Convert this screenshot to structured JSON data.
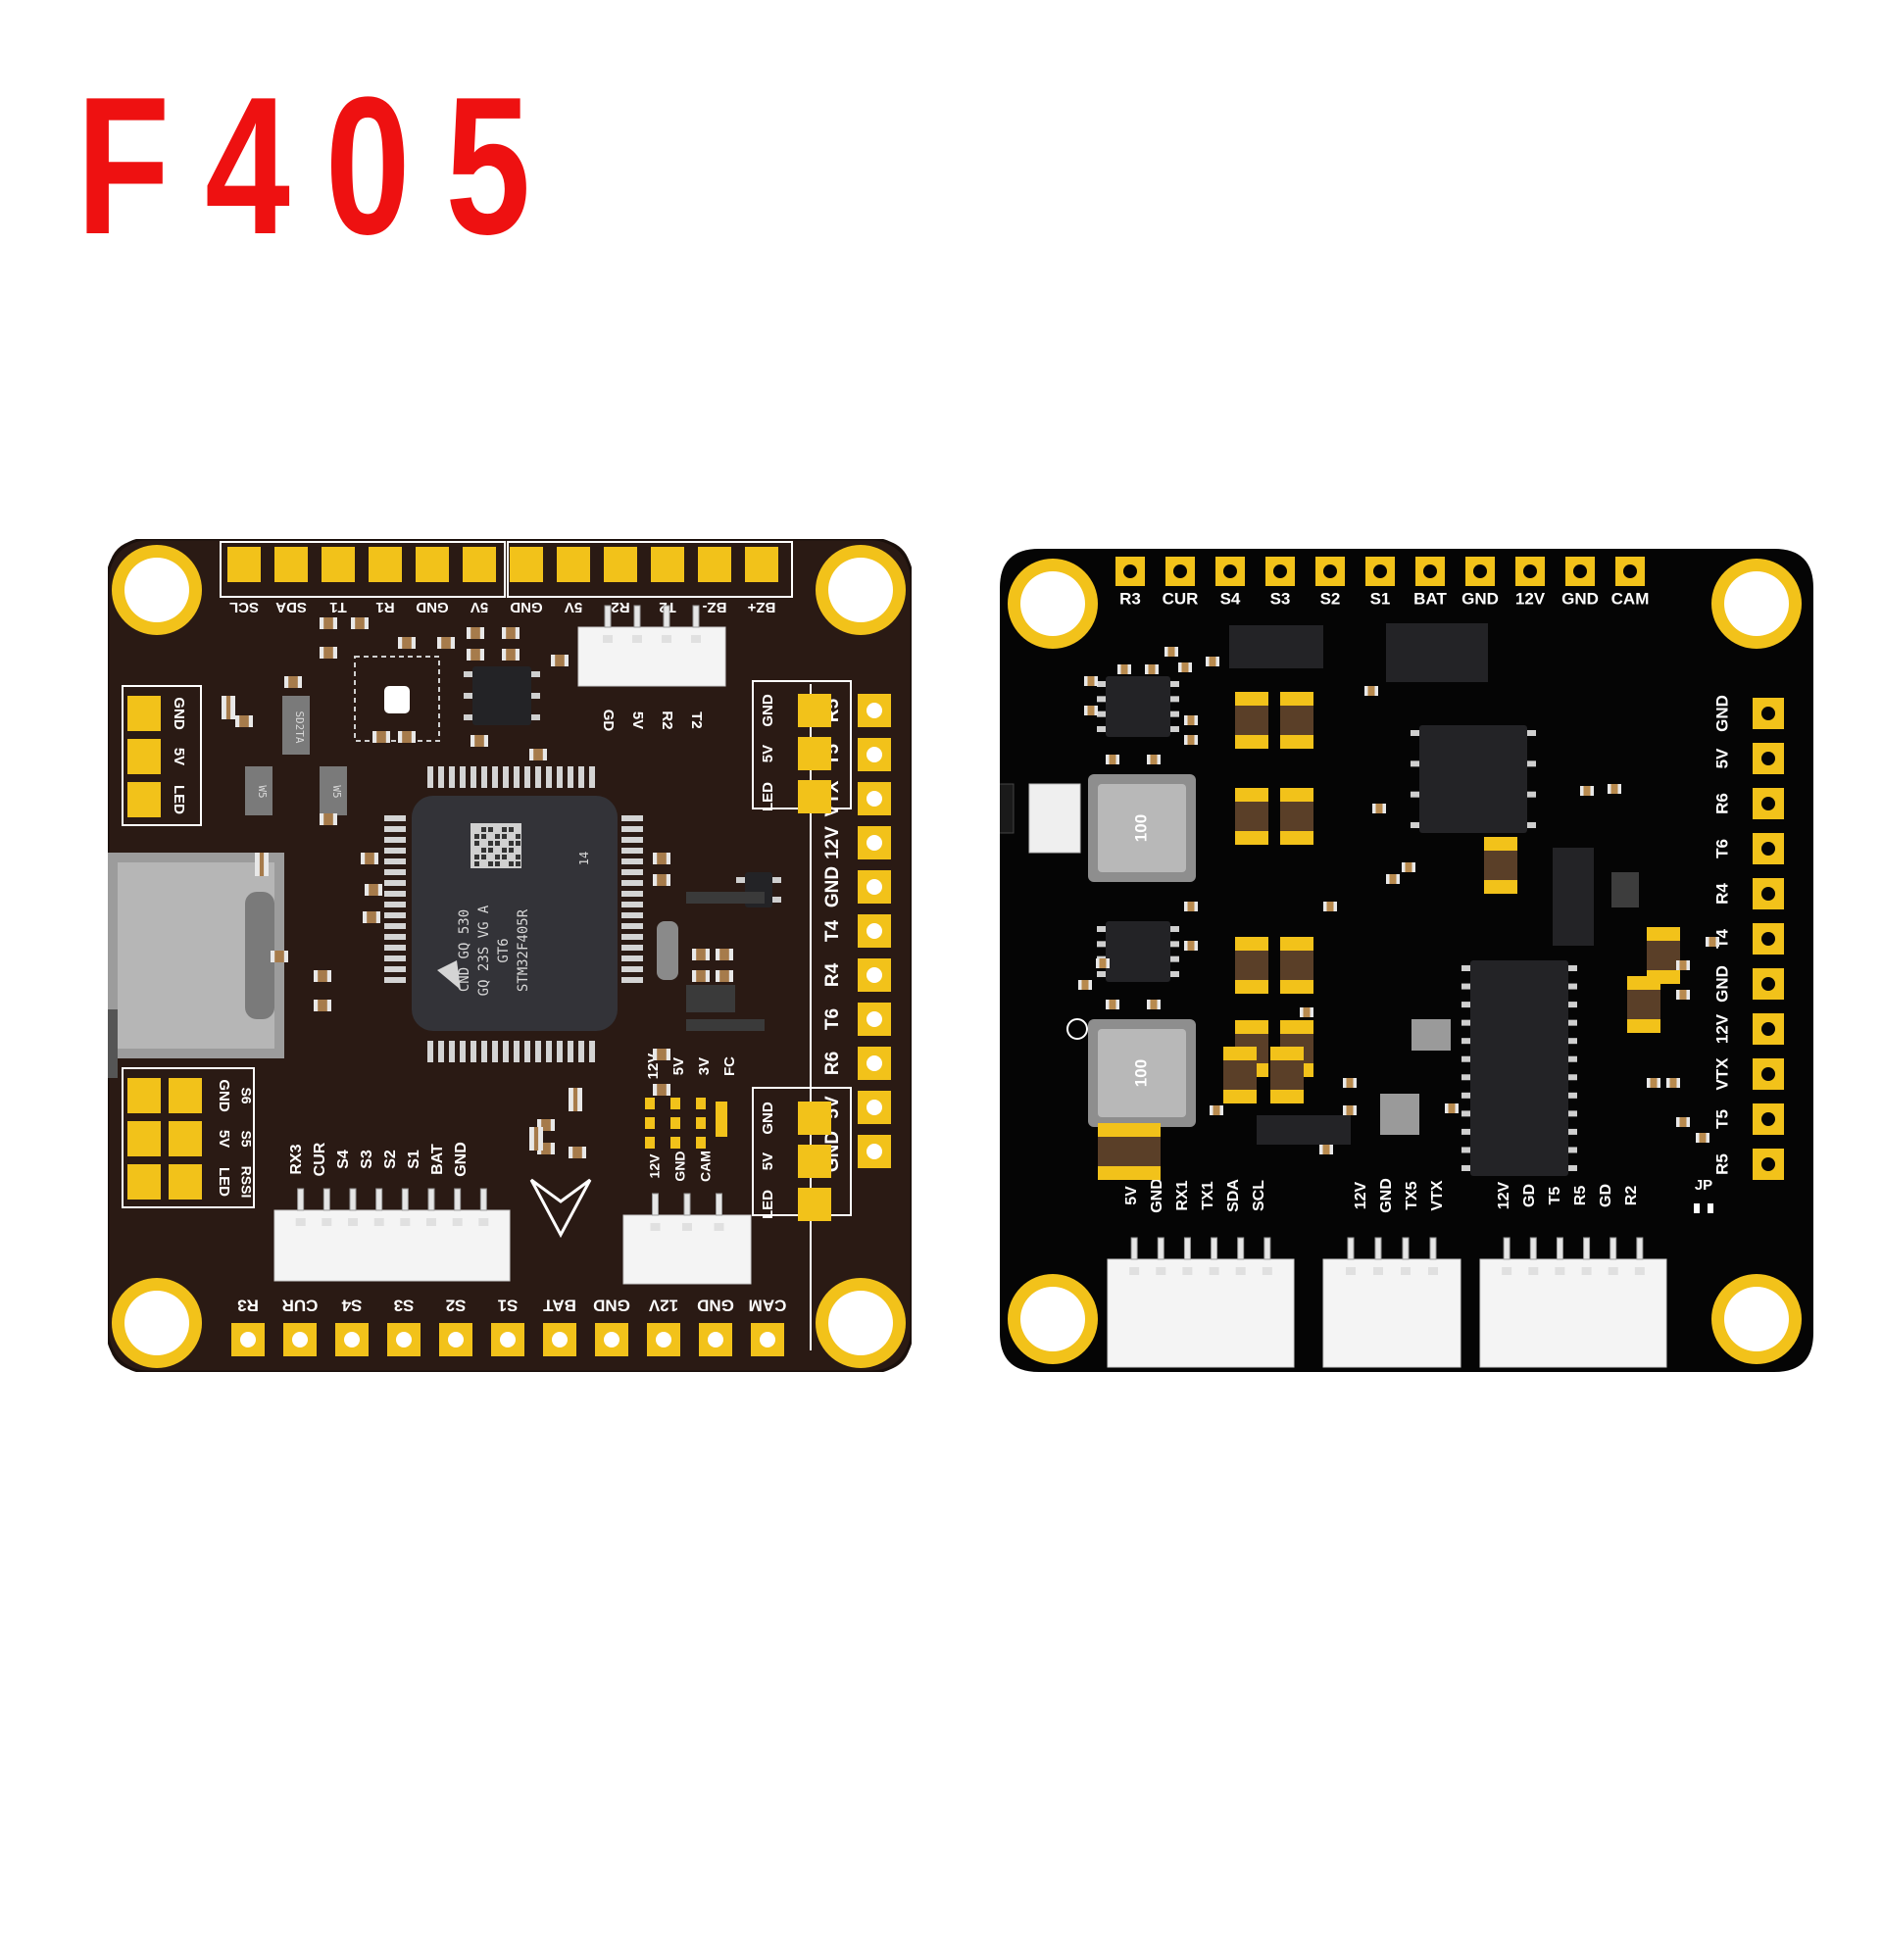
{
  "title": "F405",
  "colors": {
    "title": "#ee1111",
    "fc_board": "#2a1a14",
    "pdb_board": "#050505",
    "pad": "#f2c21a",
    "mount_ring": "#f2c21a"
  },
  "fc": {
    "top_labels": [
      "SCL",
      "SDA",
      "T1",
      "R1",
      "GND",
      "5V",
      "GND",
      "5V",
      "R2",
      "T2",
      "BZ-",
      "BZ+"
    ],
    "top_conn_labels": [
      "GD",
      "5V",
      "R2",
      "T2"
    ],
    "left_top_labels": [
      "GND",
      "5V",
      "LED"
    ],
    "left_bottom_labels": [
      "GND",
      "5V",
      "LED"
    ],
    "left_bottom_side_labels": [
      "S6",
      "S5",
      "RSSI"
    ],
    "right_labels": [
      "R5",
      "T5",
      "VTX",
      "12V",
      "GND",
      "T4",
      "R4",
      "T6",
      "R6",
      "5V",
      "GND"
    ],
    "right_inner_top_labels": [
      "GND",
      "5V",
      "LED"
    ],
    "right_inner_bottom_labels": [
      "GND",
      "5V",
      "LED"
    ],
    "bottom_labels": [
      "R3",
      "CUR",
      "S4",
      "S3",
      "S2",
      "S1",
      "BAT",
      "GND",
      "12V",
      "GND",
      "CAM"
    ],
    "bottom_conn1_labels": [
      "RX3",
      "CUR",
      "S4",
      "S3",
      "S2",
      "S1",
      "BAT",
      "GND"
    ],
    "bottom_conn2_labels": [
      "12V",
      "GND",
      "CAM"
    ],
    "jumper_labels": [
      "12V",
      "5V",
      "3V",
      "FC"
    ],
    "mcu_text": [
      "STM32F405R",
      "GT6",
      "GQ 23S VG A",
      "CND GQ 530"
    ],
    "mcu_pin_mark": "14",
    "inductor_marks": [
      "SD2TA",
      "W5",
      "W5"
    ]
  },
  "pdb": {
    "top_labels": [
      "R3",
      "CUR",
      "S4",
      "S3",
      "S2",
      "S1",
      "BAT",
      "GND",
      "12V",
      "GND",
      "CAM"
    ],
    "right_labels": [
      "GND",
      "5V",
      "R6",
      "T6",
      "R4",
      "T4",
      "GND",
      "12V",
      "VTX",
      "T5",
      "R5"
    ],
    "conn1_labels": [
      "5V",
      "GND",
      "RX1",
      "TX1",
      "SDA",
      "SCL"
    ],
    "conn2_labels": [
      "12V",
      "GND",
      "TX5",
      "VTX"
    ],
    "conn3_labels": [
      "12V",
      "GD",
      "T5",
      "R5",
      "GD",
      "R2"
    ],
    "jp_label": "JP",
    "inductor_labels": [
      "100",
      "100"
    ]
  }
}
